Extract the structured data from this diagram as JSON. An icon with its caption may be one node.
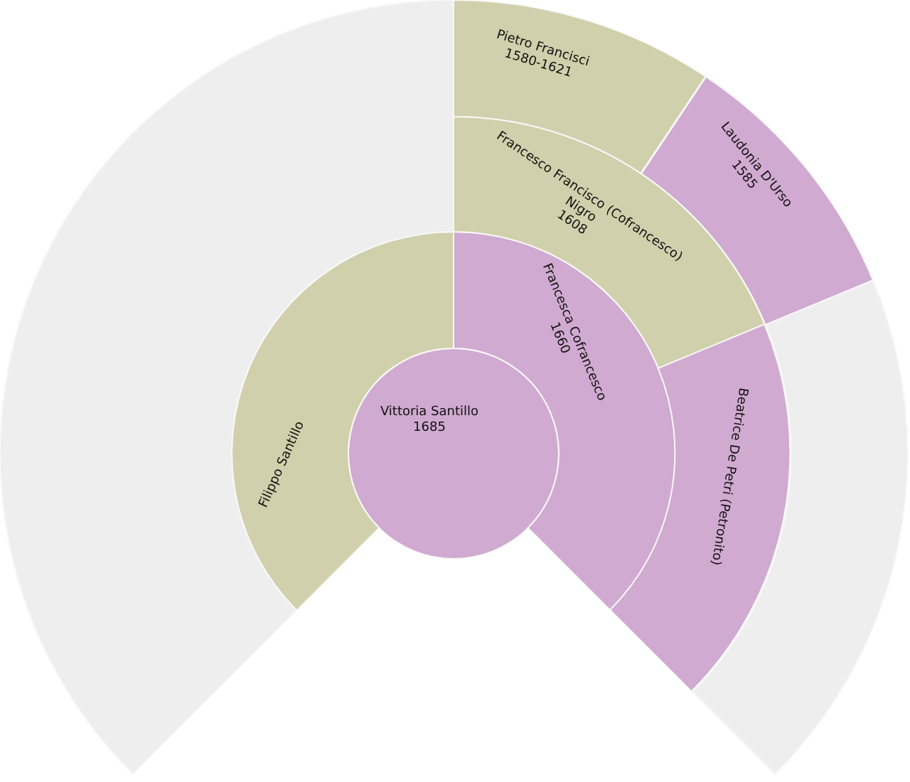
{
  "diagram": {
    "nodes": [
      {
        "text": [
          "Vittoria Santillo",
          "1685"
        ]
      },
      {
        "text": [
          "Filippo Santillo"
        ]
      },
      {
        "text": [
          "Francesca Cofrancesco",
          "1660"
        ]
      },
      {
        "text": [],
        "shape": "sector"
      },
      {
        "text": [
          "Francesco Francisco (Cofrancesco) Nigro",
          "1608"
        ]
      },
      {
        "text": [
          "Beatrice De Petri (Petronito)"
        ]
      },
      {
        "text": [
          "Pietro Francisci",
          "1580-1621"
        ]
      },
      {
        "text": [
          "Laudonia D'Urso",
          "1585"
        ]
      },
      {
        "text": [],
        "shape": "sector"
      }
    ]
  }
}
